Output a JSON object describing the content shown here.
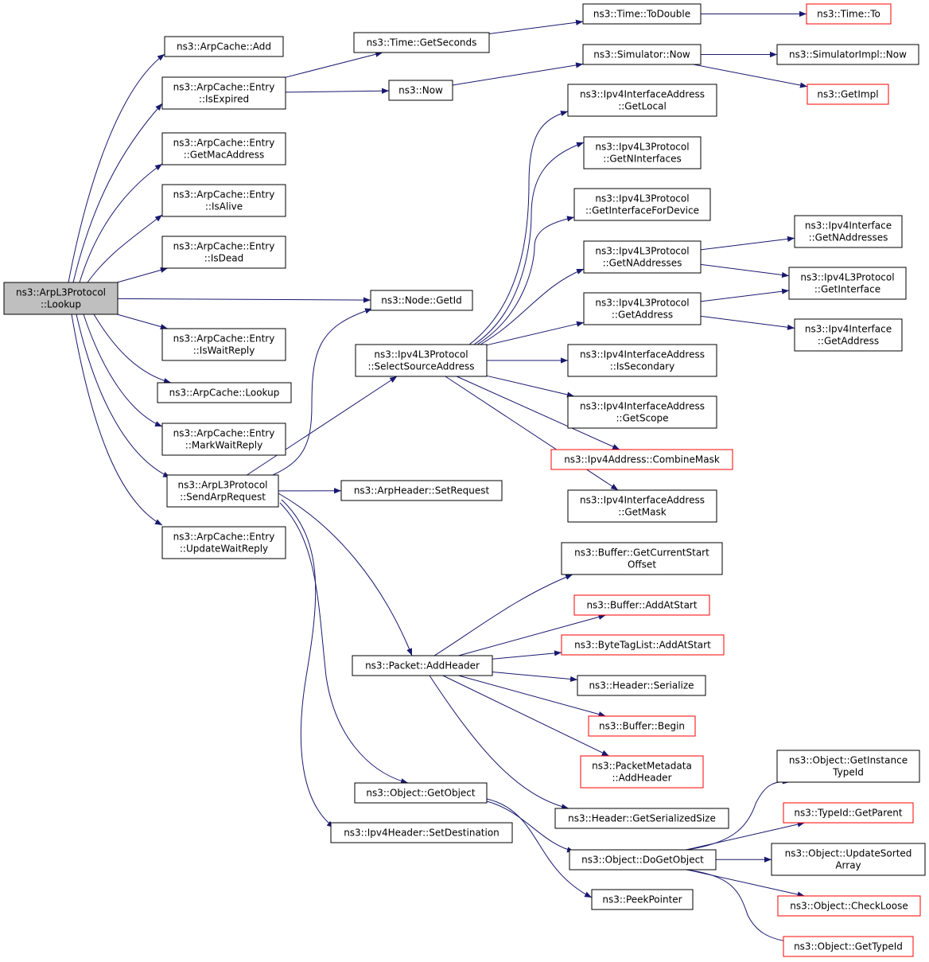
{
  "graph": {
    "colors": {
      "edge": "#191970",
      "node_border": "#000000",
      "node_border_truncated": "#ff0000",
      "root_fill": "#bfbfbf"
    },
    "nodes": [
      {
        "id": "root",
        "lines": [
          "ns3::ArpL3Protocol",
          "::Lookup"
        ],
        "kind": "root"
      },
      {
        "id": "add",
        "lines": [
          "ns3::ArpCache::Add"
        ]
      },
      {
        "id": "isexpired",
        "lines": [
          "ns3::ArpCache::Entry",
          "::IsExpired"
        ]
      },
      {
        "id": "getmac",
        "lines": [
          "ns3::ArpCache::Entry",
          "::GetMacAddress"
        ]
      },
      {
        "id": "isalive",
        "lines": [
          "ns3::ArpCache::Entry",
          "::IsAlive"
        ]
      },
      {
        "id": "isdead",
        "lines": [
          "ns3::ArpCache::Entry",
          "::IsDead"
        ]
      },
      {
        "id": "iswaitreply",
        "lines": [
          "ns3::ArpCache::Entry",
          "::IsWaitReply"
        ]
      },
      {
        "id": "cachelookup",
        "lines": [
          "ns3::ArpCache::Lookup"
        ]
      },
      {
        "id": "markwait",
        "lines": [
          "ns3::ArpCache::Entry",
          "::MarkWaitReply"
        ]
      },
      {
        "id": "sendarp",
        "lines": [
          "ns3::ArpL3Protocol",
          "::SendArpRequest"
        ]
      },
      {
        "id": "updatewait",
        "lines": [
          "ns3::ArpCache::Entry",
          "::UpdateWaitReply"
        ]
      },
      {
        "id": "getseconds",
        "lines": [
          "ns3::Time::GetSeconds"
        ]
      },
      {
        "id": "now",
        "lines": [
          "ns3::Now"
        ]
      },
      {
        "id": "nodegetid",
        "lines": [
          "ns3::Node::GetId"
        ]
      },
      {
        "id": "selectsrc",
        "lines": [
          "ns3::Ipv4L3Protocol",
          "::SelectSourceAddress"
        ]
      },
      {
        "id": "setrequest",
        "lines": [
          "ns3::ArpHeader::SetRequest"
        ]
      },
      {
        "id": "addheader",
        "lines": [
          "ns3::Packet::AddHeader"
        ]
      },
      {
        "id": "getobject",
        "lines": [
          "ns3::Object::GetObject"
        ]
      },
      {
        "id": "setdest",
        "lines": [
          "ns3::Ipv4Header::SetDestination"
        ]
      },
      {
        "id": "todouble",
        "lines": [
          "ns3::Time::ToDouble"
        ]
      },
      {
        "id": "timeto",
        "lines": [
          "ns3::Time::To"
        ],
        "kind": "truncated"
      },
      {
        "id": "simnow",
        "lines": [
          "ns3::Simulator::Now"
        ]
      },
      {
        "id": "simimplnow",
        "lines": [
          "ns3::SimulatorImpl::Now"
        ]
      },
      {
        "id": "getimpl",
        "lines": [
          "ns3::GetImpl"
        ],
        "kind": "truncated"
      },
      {
        "id": "getlocal",
        "lines": [
          "ns3::Ipv4InterfaceAddress",
          "::GetLocal"
        ]
      },
      {
        "id": "getninterfaces",
        "lines": [
          "ns3::Ipv4L3Protocol",
          "::GetNInterfaces"
        ]
      },
      {
        "id": "getiffordev",
        "lines": [
          "ns3::Ipv4L3Protocol",
          "::GetInterfaceForDevice"
        ]
      },
      {
        "id": "getnaddresses",
        "lines": [
          "ns3::Ipv4L3Protocol",
          "::GetNAddresses"
        ]
      },
      {
        "id": "getaddress",
        "lines": [
          "ns3::Ipv4L3Protocol",
          "::GetAddress"
        ]
      },
      {
        "id": "issecondary",
        "lines": [
          "ns3::Ipv4InterfaceAddress",
          "::IsSecondary"
        ]
      },
      {
        "id": "getscope",
        "lines": [
          "ns3::Ipv4InterfaceAddress",
          "::GetScope"
        ]
      },
      {
        "id": "combinemask",
        "lines": [
          "ns3::Ipv4Address::CombineMask"
        ],
        "kind": "truncated"
      },
      {
        "id": "getmask",
        "lines": [
          "ns3::Ipv4InterfaceAddress",
          "::GetMask"
        ]
      },
      {
        "id": "ifgetnaddr",
        "lines": [
          "ns3::Ipv4Interface",
          "::GetNAddresses"
        ]
      },
      {
        "id": "l3getiface",
        "lines": [
          "ns3::Ipv4L3Protocol",
          "::GetInterface"
        ]
      },
      {
        "id": "ifgetaddr",
        "lines": [
          "ns3::Ipv4Interface",
          "::GetAddress"
        ]
      },
      {
        "id": "bufgetcur",
        "lines": [
          "ns3::Buffer::GetCurrentStart",
          "Offset"
        ]
      },
      {
        "id": "bufaddatstart",
        "lines": [
          "ns3::Buffer::AddAtStart"
        ],
        "kind": "truncated"
      },
      {
        "id": "btladdatstart",
        "lines": [
          "ns3::ByteTagList::AddAtStart"
        ],
        "kind": "truncated"
      },
      {
        "id": "hdrserialize",
        "lines": [
          "ns3::Header::Serialize"
        ]
      },
      {
        "id": "bufbegin",
        "lines": [
          "ns3::Buffer::Begin"
        ],
        "kind": "truncated"
      },
      {
        "id": "pmaddheader",
        "lines": [
          "ns3::PacketMetadata",
          "::AddHeader"
        ],
        "kind": "truncated"
      },
      {
        "id": "hdrgetsize",
        "lines": [
          "ns3::Header::GetSerializedSize"
        ]
      },
      {
        "id": "dogetobject",
        "lines": [
          "ns3::Object::DoGetObject"
        ]
      },
      {
        "id": "peekpointer",
        "lines": [
          "ns3::PeekPointer"
        ]
      },
      {
        "id": "getinsttype",
        "lines": [
          "ns3::Object::GetInstance",
          "TypeId"
        ]
      },
      {
        "id": "typeidparent",
        "lines": [
          "ns3::TypeId::GetParent"
        ],
        "kind": "truncated"
      },
      {
        "id": "updatesorted",
        "lines": [
          "ns3::Object::UpdateSorted",
          "Array"
        ]
      },
      {
        "id": "checkloose",
        "lines": [
          "ns3::Object::CheckLoose"
        ],
        "kind": "truncated"
      },
      {
        "id": "objgettypeid",
        "lines": [
          "ns3::Object::GetTypeId"
        ],
        "kind": "truncated"
      }
    ],
    "edges": [
      [
        "root",
        "add"
      ],
      [
        "root",
        "isexpired"
      ],
      [
        "root",
        "getmac"
      ],
      [
        "root",
        "isalive"
      ],
      [
        "root",
        "isdead"
      ],
      [
        "root",
        "nodegetid"
      ],
      [
        "root",
        "iswaitreply"
      ],
      [
        "root",
        "cachelookup"
      ],
      [
        "root",
        "markwait"
      ],
      [
        "root",
        "sendarp"
      ],
      [
        "root",
        "updatewait"
      ],
      [
        "isexpired",
        "getseconds"
      ],
      [
        "isexpired",
        "now"
      ],
      [
        "getseconds",
        "todouble"
      ],
      [
        "todouble",
        "timeto"
      ],
      [
        "now",
        "simnow"
      ],
      [
        "simnow",
        "simimplnow"
      ],
      [
        "simnow",
        "getimpl"
      ],
      [
        "sendarp",
        "nodegetid"
      ],
      [
        "sendarp",
        "selectsrc"
      ],
      [
        "sendarp",
        "setrequest"
      ],
      [
        "sendarp",
        "addheader"
      ],
      [
        "sendarp",
        "getobject"
      ],
      [
        "sendarp",
        "setdest"
      ],
      [
        "selectsrc",
        "getlocal"
      ],
      [
        "selectsrc",
        "getninterfaces"
      ],
      [
        "selectsrc",
        "getiffordev"
      ],
      [
        "selectsrc",
        "getnaddresses"
      ],
      [
        "selectsrc",
        "getaddress"
      ],
      [
        "selectsrc",
        "issecondary"
      ],
      [
        "selectsrc",
        "getscope"
      ],
      [
        "selectsrc",
        "combinemask"
      ],
      [
        "selectsrc",
        "getmask"
      ],
      [
        "getnaddresses",
        "ifgetnaddr"
      ],
      [
        "getnaddresses",
        "l3getiface"
      ],
      [
        "getaddress",
        "l3getiface"
      ],
      [
        "getaddress",
        "ifgetaddr"
      ],
      [
        "addheader",
        "bufgetcur"
      ],
      [
        "addheader",
        "bufaddatstart"
      ],
      [
        "addheader",
        "btladdatstart"
      ],
      [
        "addheader",
        "hdrserialize"
      ],
      [
        "addheader",
        "bufbegin"
      ],
      [
        "addheader",
        "pmaddheader"
      ],
      [
        "addheader",
        "hdrgetsize"
      ],
      [
        "getobject",
        "dogetobject"
      ],
      [
        "getobject",
        "peekpointer"
      ],
      [
        "dogetobject",
        "getinsttype"
      ],
      [
        "dogetobject",
        "typeidparent"
      ],
      [
        "dogetobject",
        "updatesorted"
      ],
      [
        "dogetobject",
        "checkloose"
      ],
      [
        "dogetobject",
        "objgettypeid"
      ]
    ]
  }
}
